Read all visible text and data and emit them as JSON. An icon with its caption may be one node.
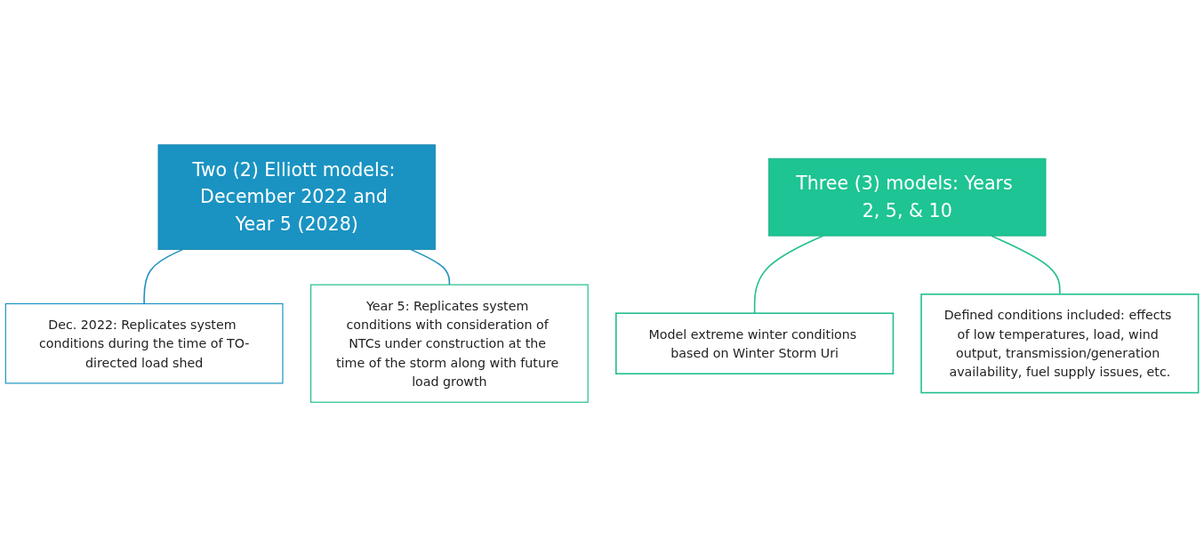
{
  "diagram": {
    "nodes": [
      {
        "text": [
          "Two (2) Elliott models: December 2022 and Year 5 (2028)"
        ]
      },
      {
        "text": [
          "Dec. 2022: Replicates system conditions during the time of TO-directed load shed"
        ]
      },
      {
        "text": [
          "Year 5: Replicates system conditions with consideration of NTCs under construction at the time of the storm along with future load growth"
        ]
      },
      {
        "text": [
          "Three (3) models: Years 2, 5, & 10"
        ]
      },
      {
        "text": [
          "Model extreme winter conditions based on Winter Storm Uri"
        ]
      },
      {
        "text": [
          "Defined conditions included: effects of low temperatures, load, wind output, transmission/generation availability, fuel supply issues, etc."
        ]
      }
    ],
    "edges": [
      {
        "from": 0,
        "to": 1,
        "arrow": "none",
        "color": "#1f8fbf"
      },
      {
        "from": 0,
        "to": 2,
        "arrow": "none",
        "color": "#1f8fbf"
      },
      {
        "from": 3,
        "to": 4,
        "arrow": "none",
        "color": "#1fbf8f"
      },
      {
        "from": 3,
        "to": 5,
        "arrow": "none",
        "color": "#1fbf8f"
      }
    ]
  }
}
